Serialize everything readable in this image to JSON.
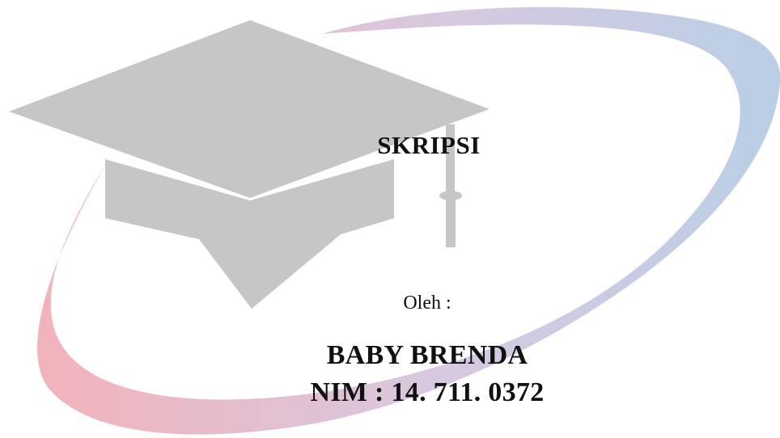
{
  "document": {
    "title": "SKRIPSI",
    "by_label": "Oleh :",
    "author_name": "BABY BRENDA",
    "student_id": "NIM : 14. 711. 0372"
  },
  "watermark": {
    "icon": "graduation-cap-icon",
    "colors": {
      "cap": "#c6c6c6",
      "swoosh_start": "#f2b3bb",
      "swoosh_end": "#b9cfe6"
    }
  }
}
